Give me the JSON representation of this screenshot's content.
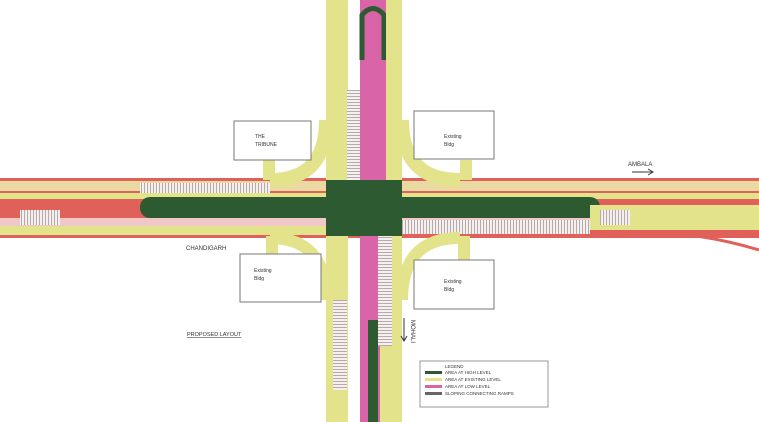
{
  "labels": {
    "tribune": [
      "THE",
      "TRIBUNE"
    ],
    "bldg_nw": [],
    "bldg_ne": [
      "Existing",
      "Bldg"
    ],
    "bldg_sw": [
      "Existing",
      "Bldg"
    ],
    "bldg_se": [
      "Existing",
      "Bldg"
    ],
    "ambala": "AMBALA",
    "chandigarh": "CHANDIGARH",
    "mohali": "MOHALI",
    "proposed_layout": "PROPOSED LAYOUT"
  },
  "legend": {
    "title": "LEGEND",
    "items": [
      {
        "label": "AREA AT HIGH LEVEL",
        "color": "#2e5a32"
      },
      {
        "label": "AREA AT EXISTING LEVEL",
        "color": "#e3e38c"
      },
      {
        "label": "AREA AT LOW LEVEL",
        "color": "#d965a8"
      },
      {
        "label": "SLOPING CONNECTING RAMPS",
        "color": "#666666"
      }
    ]
  },
  "colors": {
    "high": "#2e5a32",
    "existing": "#e3e38c",
    "low": "#d965a8",
    "edge": "#e0605a",
    "ramp": "#f3eeee"
  }
}
